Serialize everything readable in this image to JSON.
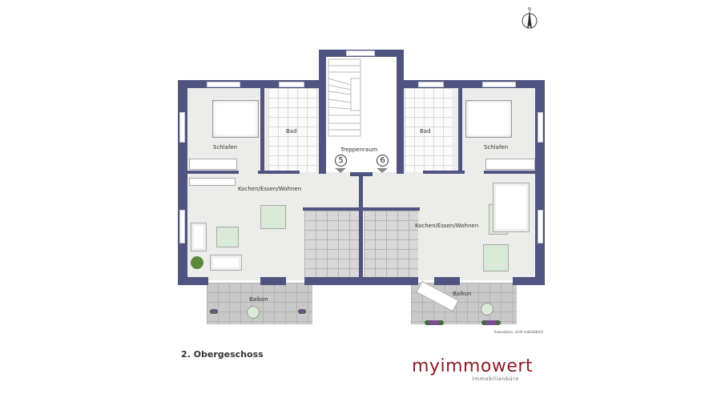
{
  "plan": {
    "floor_title": "2. Obergeschoss",
    "disclaimer": "Exposéplan, nicht maßstäblich",
    "rooms": {
      "left_bedroom": "Schlafen",
      "left_bath": "Bad",
      "stairwell": "Treppenraum",
      "right_bath": "Bad",
      "right_bedroom": "Schlafen",
      "left_living": "Kochen/Essen/Wohnen",
      "right_living": "Kochen/Essen/Wohnen",
      "left_balcony": "Balkon",
      "right_balcony": "Balkon"
    },
    "unit_numbers": [
      "5",
      "6"
    ]
  },
  "logo": {
    "brand": "myimmowert",
    "tagline": "Immobilienbüro",
    "colors": {
      "brand_dark": "#8b1e2a",
      "brand_text": "#555555"
    }
  },
  "compass": {
    "icon": "north-arrow-icon"
  },
  "colors": {
    "walls": "#4f5580",
    "floor": "#ecedea"
  }
}
